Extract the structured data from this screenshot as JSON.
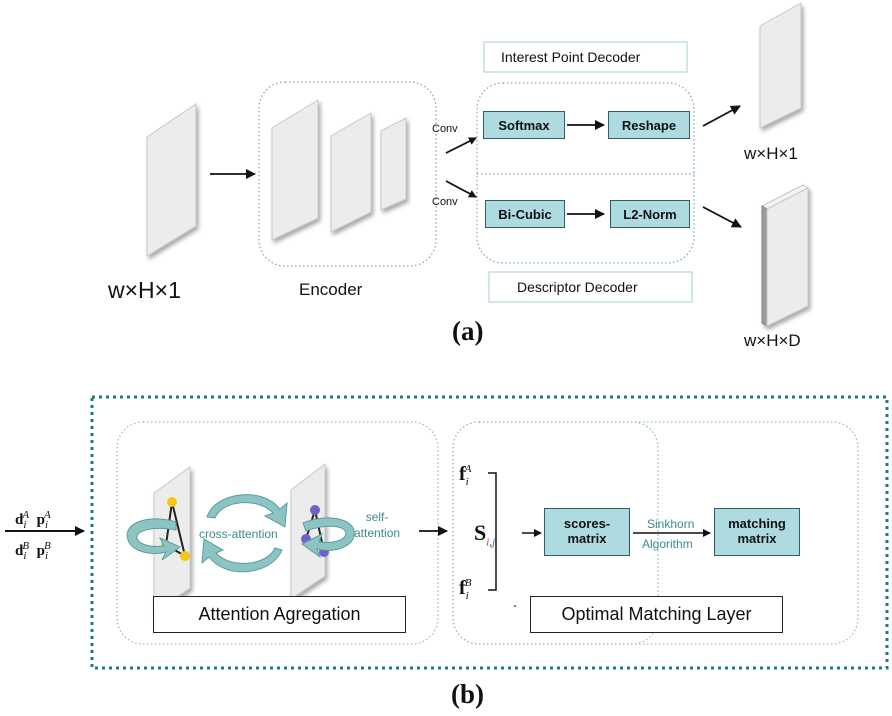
{
  "panel_a": {
    "input_label": "w×H×1",
    "encoder_label": "Encoder",
    "conv_top": "Conv",
    "conv_bottom": "Conv",
    "interest_title": "Interest Point Decoder",
    "descriptor_title": "Descriptor Decoder",
    "softmax": "Softmax",
    "reshape": "Reshape",
    "bicubic": "Bi-Cubic",
    "l2norm": "L2-Norm",
    "out_top_label": "w×H×1",
    "out_bottom_label": "w×H×D",
    "caption": "(a)"
  },
  "panel_b": {
    "cross_attention": "cross-attention",
    "self_attention": "self-\nattention",
    "attention_box": "Attention Agregation",
    "scores_matrix": "scores-\nmatrix",
    "sinkhorn": "Sinkhorn",
    "algorithm": "Algorithm",
    "matching_matrix": "matching\nmatrix",
    "optimal_box": "Optimal Matching Layer",
    "caption": "(b)"
  },
  "colors": {
    "teal_box_fill": "#aedbe0",
    "teal_box_border": "#2f5f66",
    "dotted_border": "#1f7a7a",
    "gray_plane": "#ececec",
    "node_yellow": "#f5c518",
    "node_purple": "#6b63c9",
    "cycle_arrow": "#8cc4c4"
  }
}
